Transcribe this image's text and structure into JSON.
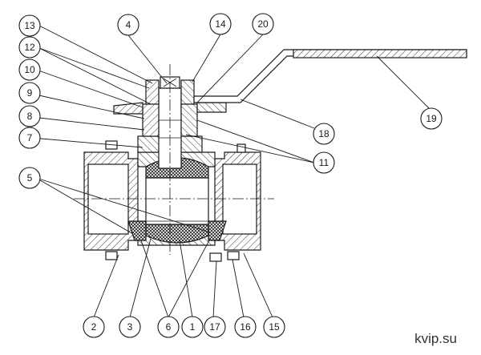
{
  "watermark": "kvip.su",
  "callouts": {
    "c1": "1",
    "c2": "2",
    "c3": "3",
    "c4": "4",
    "c5": "5",
    "c6": "6",
    "c7": "7",
    "c8": "8",
    "c9": "9",
    "c10": "10",
    "c11": "11",
    "c12": "12",
    "c13": "13",
    "c14": "14",
    "c15": "15",
    "c16": "16",
    "c17": "17",
    "c18": "18",
    "c19": "19",
    "c20": "20"
  }
}
